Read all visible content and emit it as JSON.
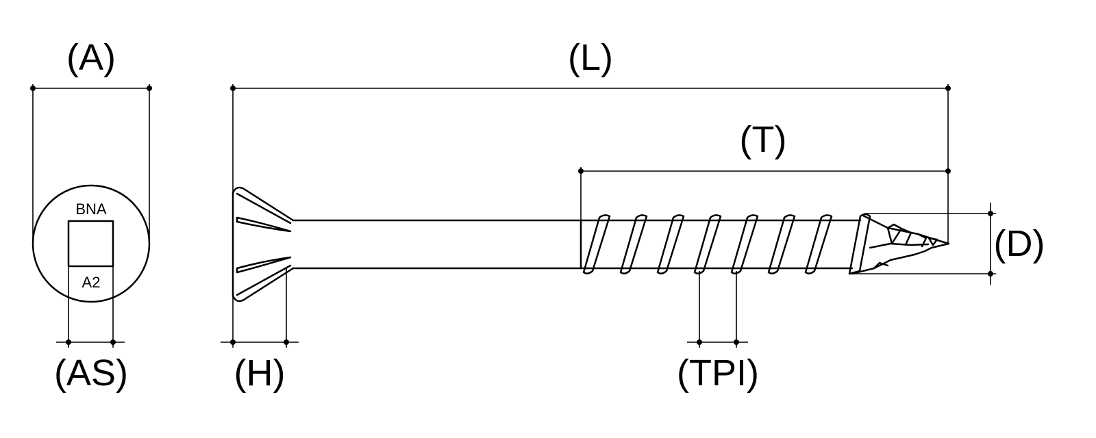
{
  "labels": {
    "head_width": "(A)",
    "length": "(L)",
    "thread_length": "(T)",
    "diameter": "(D)",
    "drive_size": "(AS)",
    "head_height": "(H)",
    "threads_per_inch": "(TPI)"
  },
  "head_markings": {
    "top": "BNA",
    "bottom": "A2"
  },
  "colors": {
    "ink": "#000000",
    "background": "#ffffff"
  }
}
